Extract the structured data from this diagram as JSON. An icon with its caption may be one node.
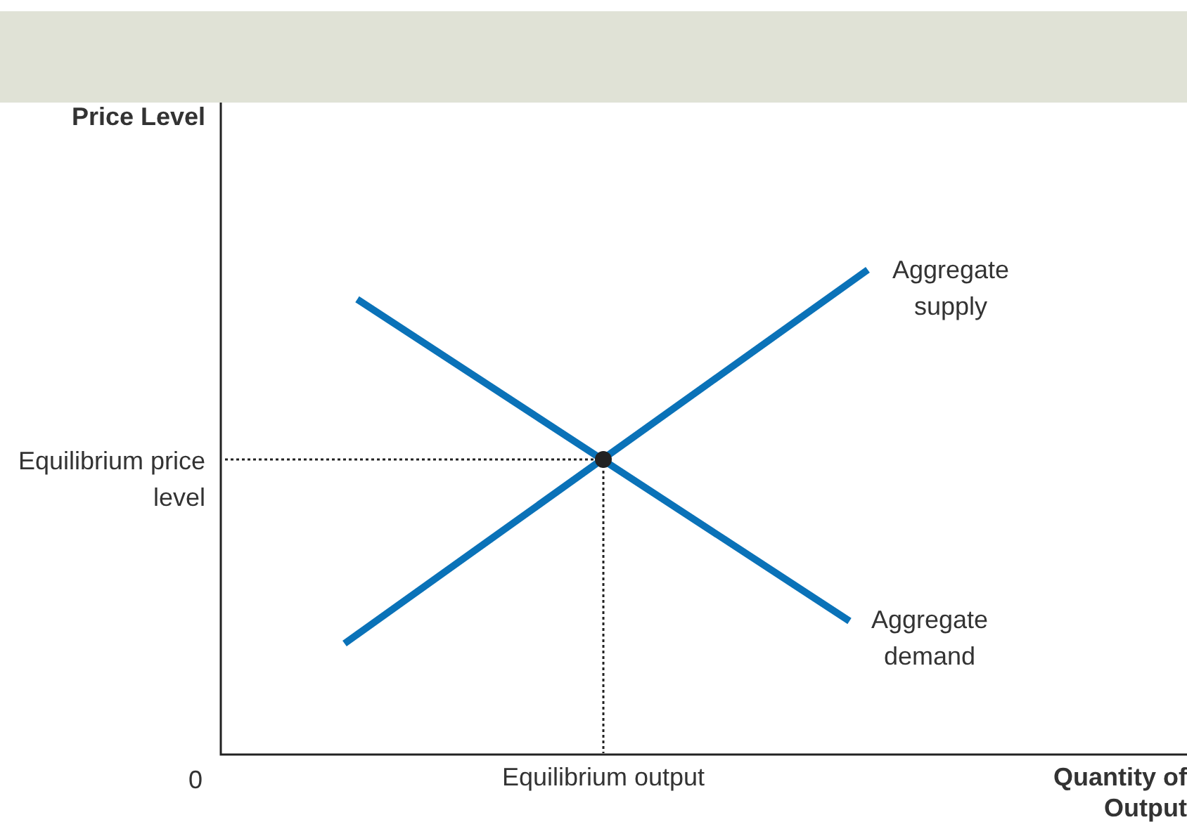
{
  "diagram": {
    "labels": [
      "Price Level",
      "Aggregate supply",
      "Equilibrium price level",
      "Aggregate demand",
      "0",
      "Equilibrium output",
      "Quantity of Output"
    ]
  }
}
